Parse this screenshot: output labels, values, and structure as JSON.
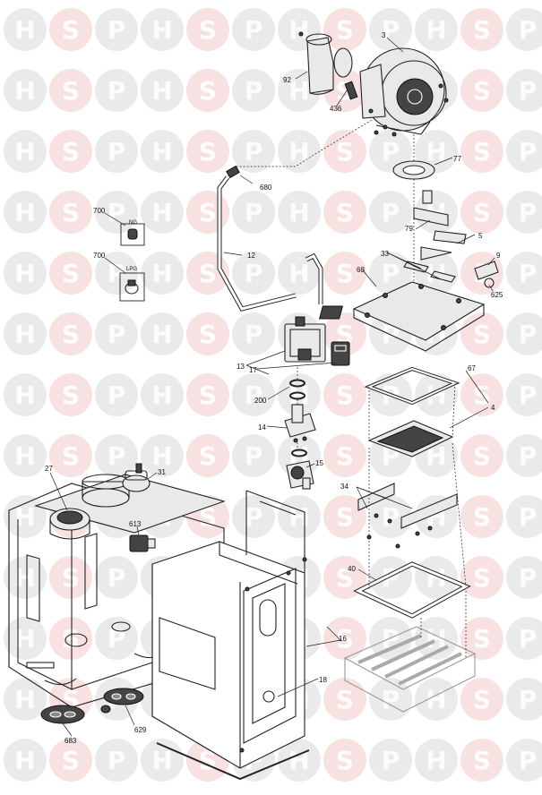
{
  "watermark": {
    "letters": [
      "H",
      "S",
      "P"
    ],
    "colors": {
      "grey": "#d8d8d8",
      "red": "#f1c9c9"
    }
  },
  "callouts": {
    "c3": "3",
    "c92": "92",
    "c436": "436",
    "c77": "77",
    "c680": "680",
    "c700a": "700",
    "ng": "NG",
    "c700b": "700",
    "lpg": "LPG",
    "c12": "12",
    "c79": "79",
    "c5": "5",
    "c33": "33",
    "c9": "9",
    "c68": "68",
    "c625": "625",
    "c13": "13",
    "c17": "17",
    "c67": "67",
    "c200": "200",
    "c4": "4",
    "c14": "14",
    "c15": "15",
    "c27": "27",
    "c31": "31",
    "c34": "34",
    "c613": "613",
    "c40": "40",
    "c16": "16",
    "c18": "18",
    "c683": "683",
    "c629": "629"
  }
}
